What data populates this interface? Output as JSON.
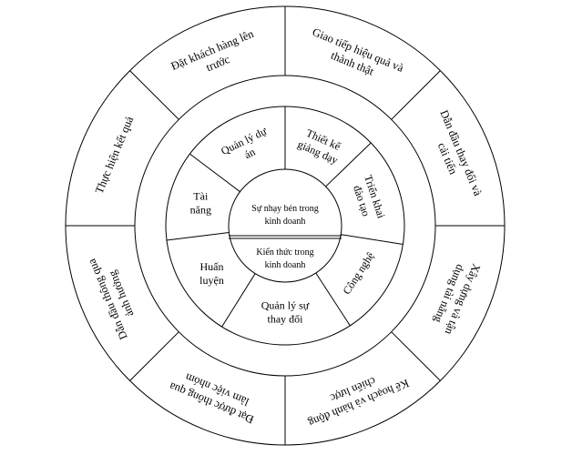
{
  "diagram": {
    "core": {
      "top": [
        "Sự nhạy bén trong",
        "kinh doanh"
      ],
      "bottom": [
        "Kiến thức trong",
        "kinh doanh"
      ]
    },
    "middle_ring": [
      {
        "lines": [
          "Thiết kế",
          "giảng dạy"
        ]
      },
      {
        "lines": [
          "Triển khai",
          "đào tạo"
        ]
      },
      {
        "lines": [
          "Công nghệ"
        ]
      },
      {
        "lines": [
          "Quản lý sự",
          "thay đổi"
        ]
      },
      {
        "lines": [
          "Huấn",
          "luyện"
        ]
      },
      {
        "lines": [
          "Tài",
          "năng"
        ]
      },
      {
        "lines": [
          "Quản lý dự",
          "án"
        ]
      }
    ],
    "outer_ring": [
      {
        "lines": [
          "Giao tiếp hiệu quả và",
          "thành thật"
        ]
      },
      {
        "lines": [
          "Dẫn đầu thay đổi và",
          "cải tiến"
        ]
      },
      {
        "lines": [
          "Xây dựng và tận",
          "dụng tài năng"
        ]
      },
      {
        "lines": [
          "Kế hoạch và hành động",
          "chiến lược"
        ]
      },
      {
        "lines": [
          "Đạt được thông qua",
          "làm việc nhóm"
        ]
      },
      {
        "lines": [
          "Dẫn đầu thông qua",
          "ảnh hưởng"
        ]
      },
      {
        "lines": [
          "Thực hiện kết quả"
        ]
      },
      {
        "lines": [
          "Đặt khách hàng lên",
          "trước"
        ]
      }
    ],
    "colors": {
      "stroke": "#000000",
      "fill": "#ffffff",
      "text": "#000000"
    }
  }
}
